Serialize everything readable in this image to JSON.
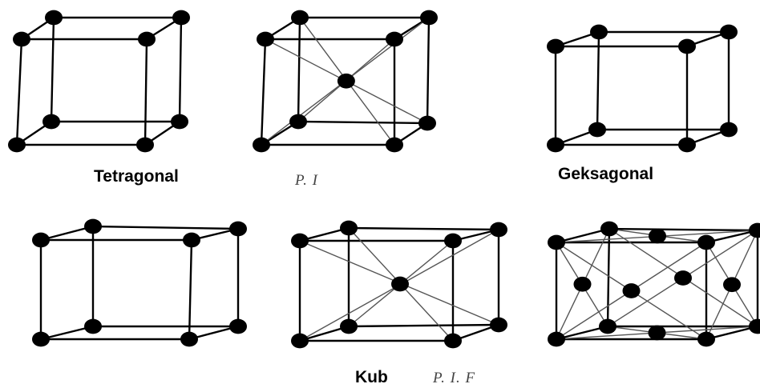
{
  "labels": {
    "tetragonal": "Tetragonal",
    "tetragonal_types": "P. I",
    "hexagonal": "Geksagonal",
    "cubic": "Kub",
    "cubic_types": "P. I. F"
  },
  "colors": {
    "line": "#000000",
    "diagonal": "#555555",
    "atom": "#000000"
  }
}
